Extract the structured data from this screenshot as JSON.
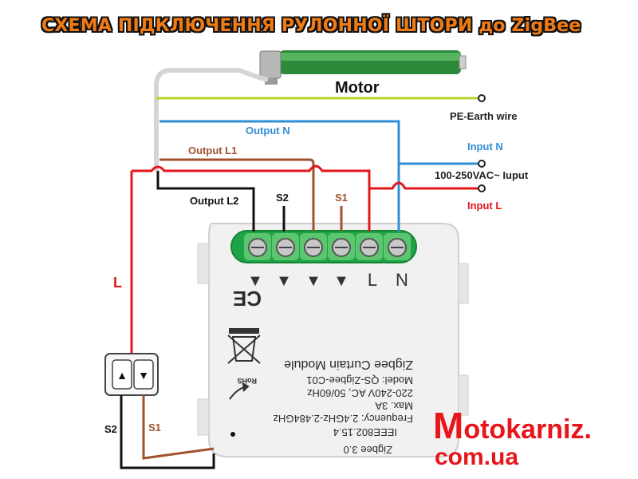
{
  "title": "СХЕМА ПІДКЛЮЧЕННЯ РУЛОННОЇ ШТОРИ до ZigBee",
  "labels": {
    "motor": "Motor",
    "pe_earth": "PE-Earth wire",
    "output_n": "Output N",
    "output_l1": "Output L1",
    "output_l2": "Output L2",
    "input_n": "Input N",
    "supply": "100-250VAC~ Iuput",
    "input_l": "Input L",
    "s2_top": "S2",
    "s1_top": "S1",
    "l_left": "L",
    "s2_bottom": "S2",
    "s1_bottom": "S1"
  },
  "module": {
    "terminal_marks": [
      "▼",
      "▼",
      "▼",
      "▼",
      "L",
      "N"
    ],
    "ce": "CE",
    "rohs": "RoHS",
    "spec_lines": [
      "Zigbee 3.0",
      "IEEE802.15.4",
      "Frequency: 2.4GHz-2.484GHz",
      "Max. 3A",
      "220-240V AC, 50/60Hz",
      "Model: QS-Zigbee-C01"
    ],
    "name": "Zigbee Curtain Module"
  },
  "switch": {
    "up": "▲",
    "down": "▼"
  },
  "brand": {
    "initial": "M",
    "rest": "otokarniz.",
    "domain": "com.ua"
  },
  "colors": {
    "earth": "#b7d42a",
    "neutral": "#2f8fd6",
    "live": "#e3161b",
    "l1": "#a0522d",
    "l2": "#111111",
    "terminal": "#1fa84a",
    "brand": "#e8151b"
  }
}
